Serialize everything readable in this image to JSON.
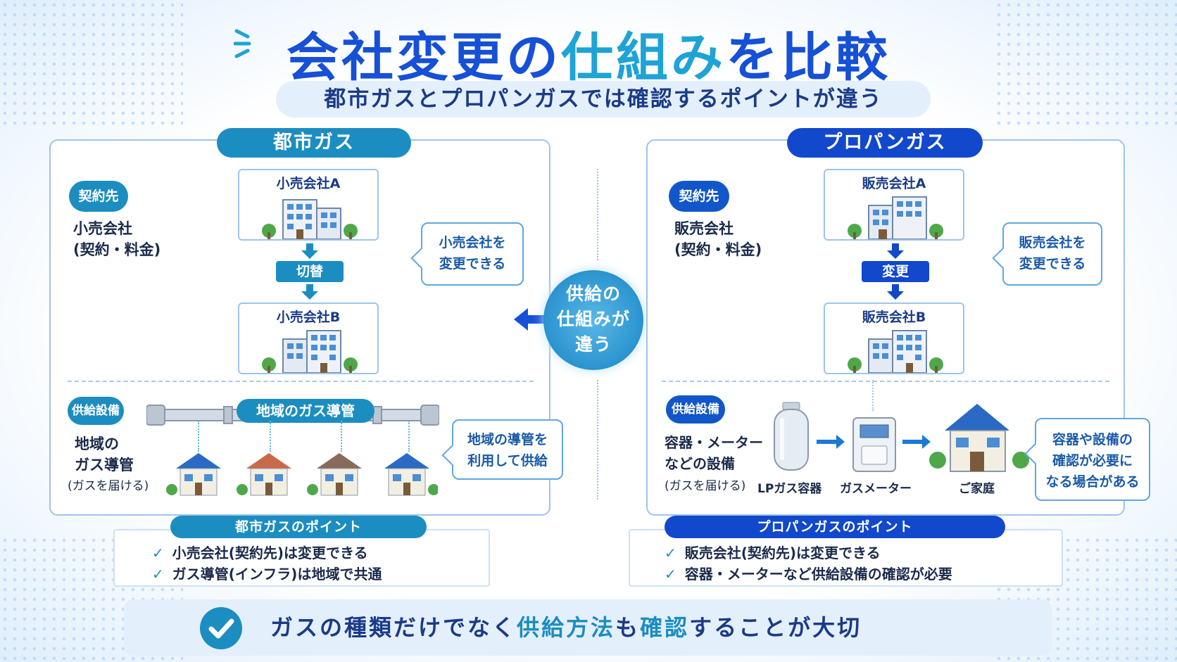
{
  "title": {
    "part1": "会社変更の",
    "part2": "仕組み",
    "part3": "を比較"
  },
  "subtitle": "都市ガスとプロパンガスでは確認するポイントが違う",
  "center": {
    "line1": "供給の",
    "line2": "仕組みが",
    "line3": "違う"
  },
  "left": {
    "tab": "都市ガス",
    "contract_pill": "契約先",
    "contract_line1": "小売会社",
    "contract_line2": "(契約・料金)",
    "card_a": "小売会社A",
    "switch": "切替",
    "card_b": "小売会社B",
    "callout_line1": "小売会社を",
    "callout_line2": "変更できる",
    "supply_pill": "供給設備",
    "supply_line1": "地域の",
    "supply_line2": "ガス導管",
    "supply_line3": "(ガスを届ける)",
    "pipe_label": "地域のガス導管",
    "callout2_line1": "地域の導管を",
    "callout2_line2": "利用して供給",
    "points_tab": "都市ガスのポイント",
    "points": [
      "小売会社(契約先)は変更できる",
      "ガス導管(インフラ)は地域で共通"
    ]
  },
  "right": {
    "tab": "プロパンガス",
    "contract_pill": "契約先",
    "contract_line1": "販売会社",
    "contract_line2": "(契約・料金)",
    "card_a": "販売会社A",
    "switch": "変更",
    "card_b": "販売会社B",
    "callout_line1": "販売会社を",
    "callout_line2": "変更できる",
    "supply_pill": "供給設備",
    "supply_line1": "容器・メーター",
    "supply_line2": "などの設備",
    "supply_line3": "(ガスを届ける)",
    "lp_label": "LPガス容器",
    "meter_label": "ガスメーター",
    "home_label": "ご家庭",
    "callout2_line1": "容器や設備の",
    "callout2_line2": "確認が必要に",
    "callout2_line3": "なる場合がある",
    "points_tab": "プロパンガスのポイント",
    "points": [
      "販売会社(契約先)は変更できる",
      "容器・メーターなど供給設備の確認が必要"
    ]
  },
  "banner": {
    "part1": "ガスの種類だけでなく",
    "part2": "供給方法",
    "part3": "も",
    "part4": "確認",
    "part5": "することが大切"
  },
  "colors": {
    "city": "#1c8dc0",
    "propane": "#1148cc",
    "title": "#1550d6"
  }
}
